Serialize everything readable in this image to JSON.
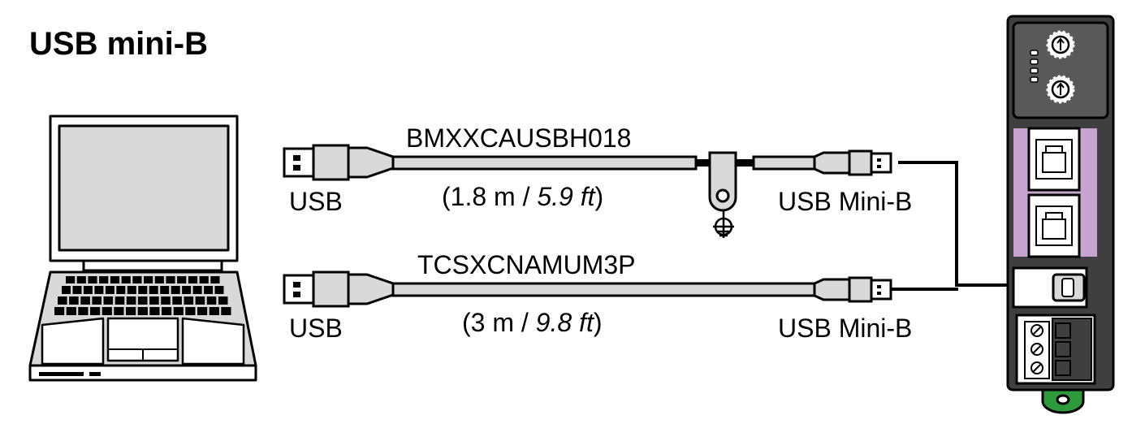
{
  "title": "USB mini-B",
  "cables": [
    {
      "part_number": "BMXXCAUSBH018",
      "length_prefix": "(1.8 m / ",
      "length_imperial": "5.9 ft",
      "length_suffix": ")",
      "left_connector": "USB",
      "right_connector": "USB Mini-B",
      "has_ground_clamp": true
    },
    {
      "part_number": "TCSXCNAMUM3P",
      "length_prefix": "(3 m / ",
      "length_imperial": "9.8 ft",
      "length_suffix": ")",
      "left_connector": "USB",
      "right_connector": "USB Mini-B",
      "has_ground_clamp": false
    }
  ],
  "colors": {
    "cable_fill": "#d9d9d9",
    "module_body": "#3f3f3f",
    "module_port_panel": "#c7a4cf",
    "module_clip": "#2e9a3c",
    "outline": "#000000"
  },
  "icons": [
    "laptop-icon",
    "usb-a-plug-icon",
    "usb-mini-b-plug-icon",
    "ground-symbol-icon",
    "rj45-port-icon",
    "rotary-switch-icon",
    "terminal-block-icon"
  ]
}
